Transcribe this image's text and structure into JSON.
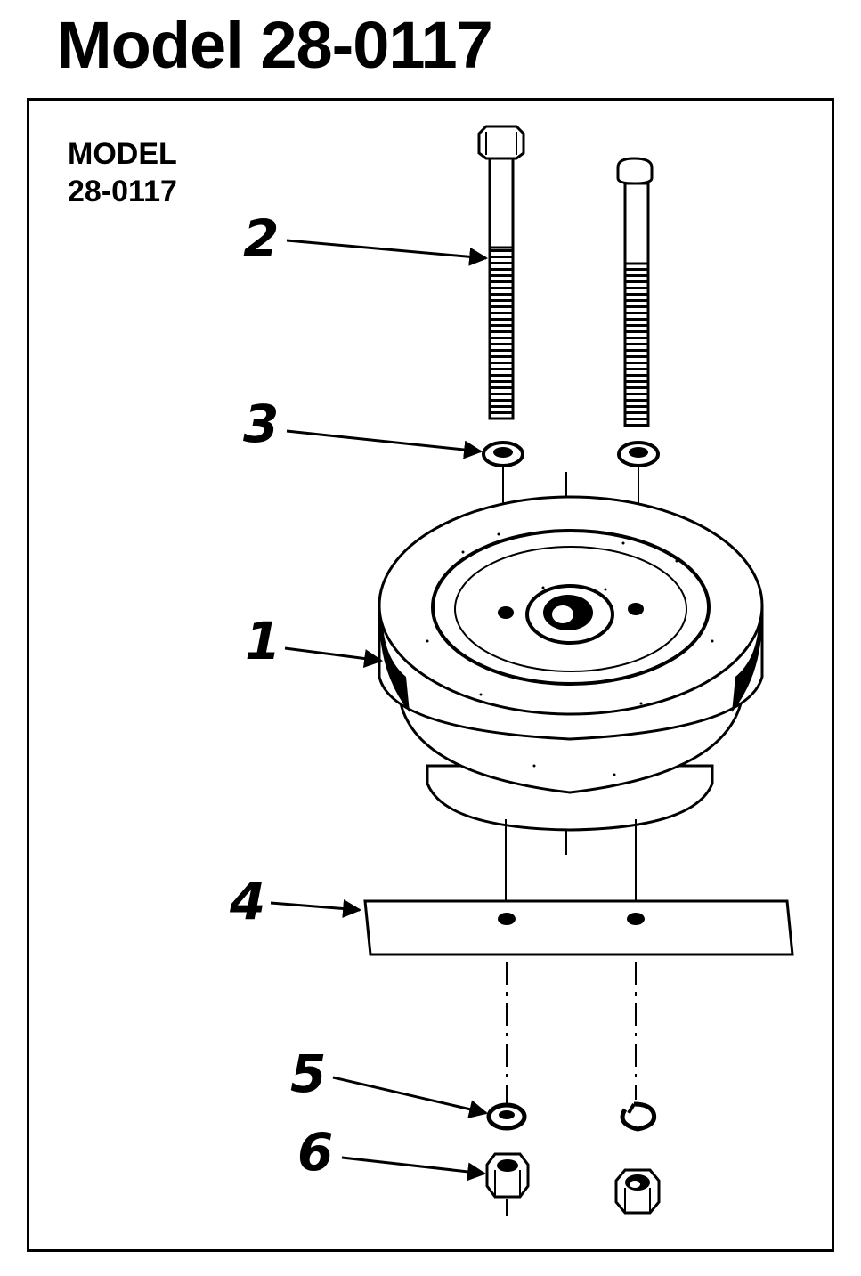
{
  "title": "Model 28-0117",
  "diagram_label": {
    "line1": "MODEL",
    "line2": "28-0117"
  },
  "callouts": [
    {
      "number": "1",
      "part": "pulley"
    },
    {
      "number": "2",
      "part": "bolt"
    },
    {
      "number": "3",
      "part": "flat-washer"
    },
    {
      "number": "4",
      "part": "bracket-plate"
    },
    {
      "number": "5",
      "part": "lock-washer"
    },
    {
      "number": "6",
      "part": "hex-nut"
    }
  ],
  "colors": {
    "ink": "#000000",
    "paper": "#ffffff"
  }
}
